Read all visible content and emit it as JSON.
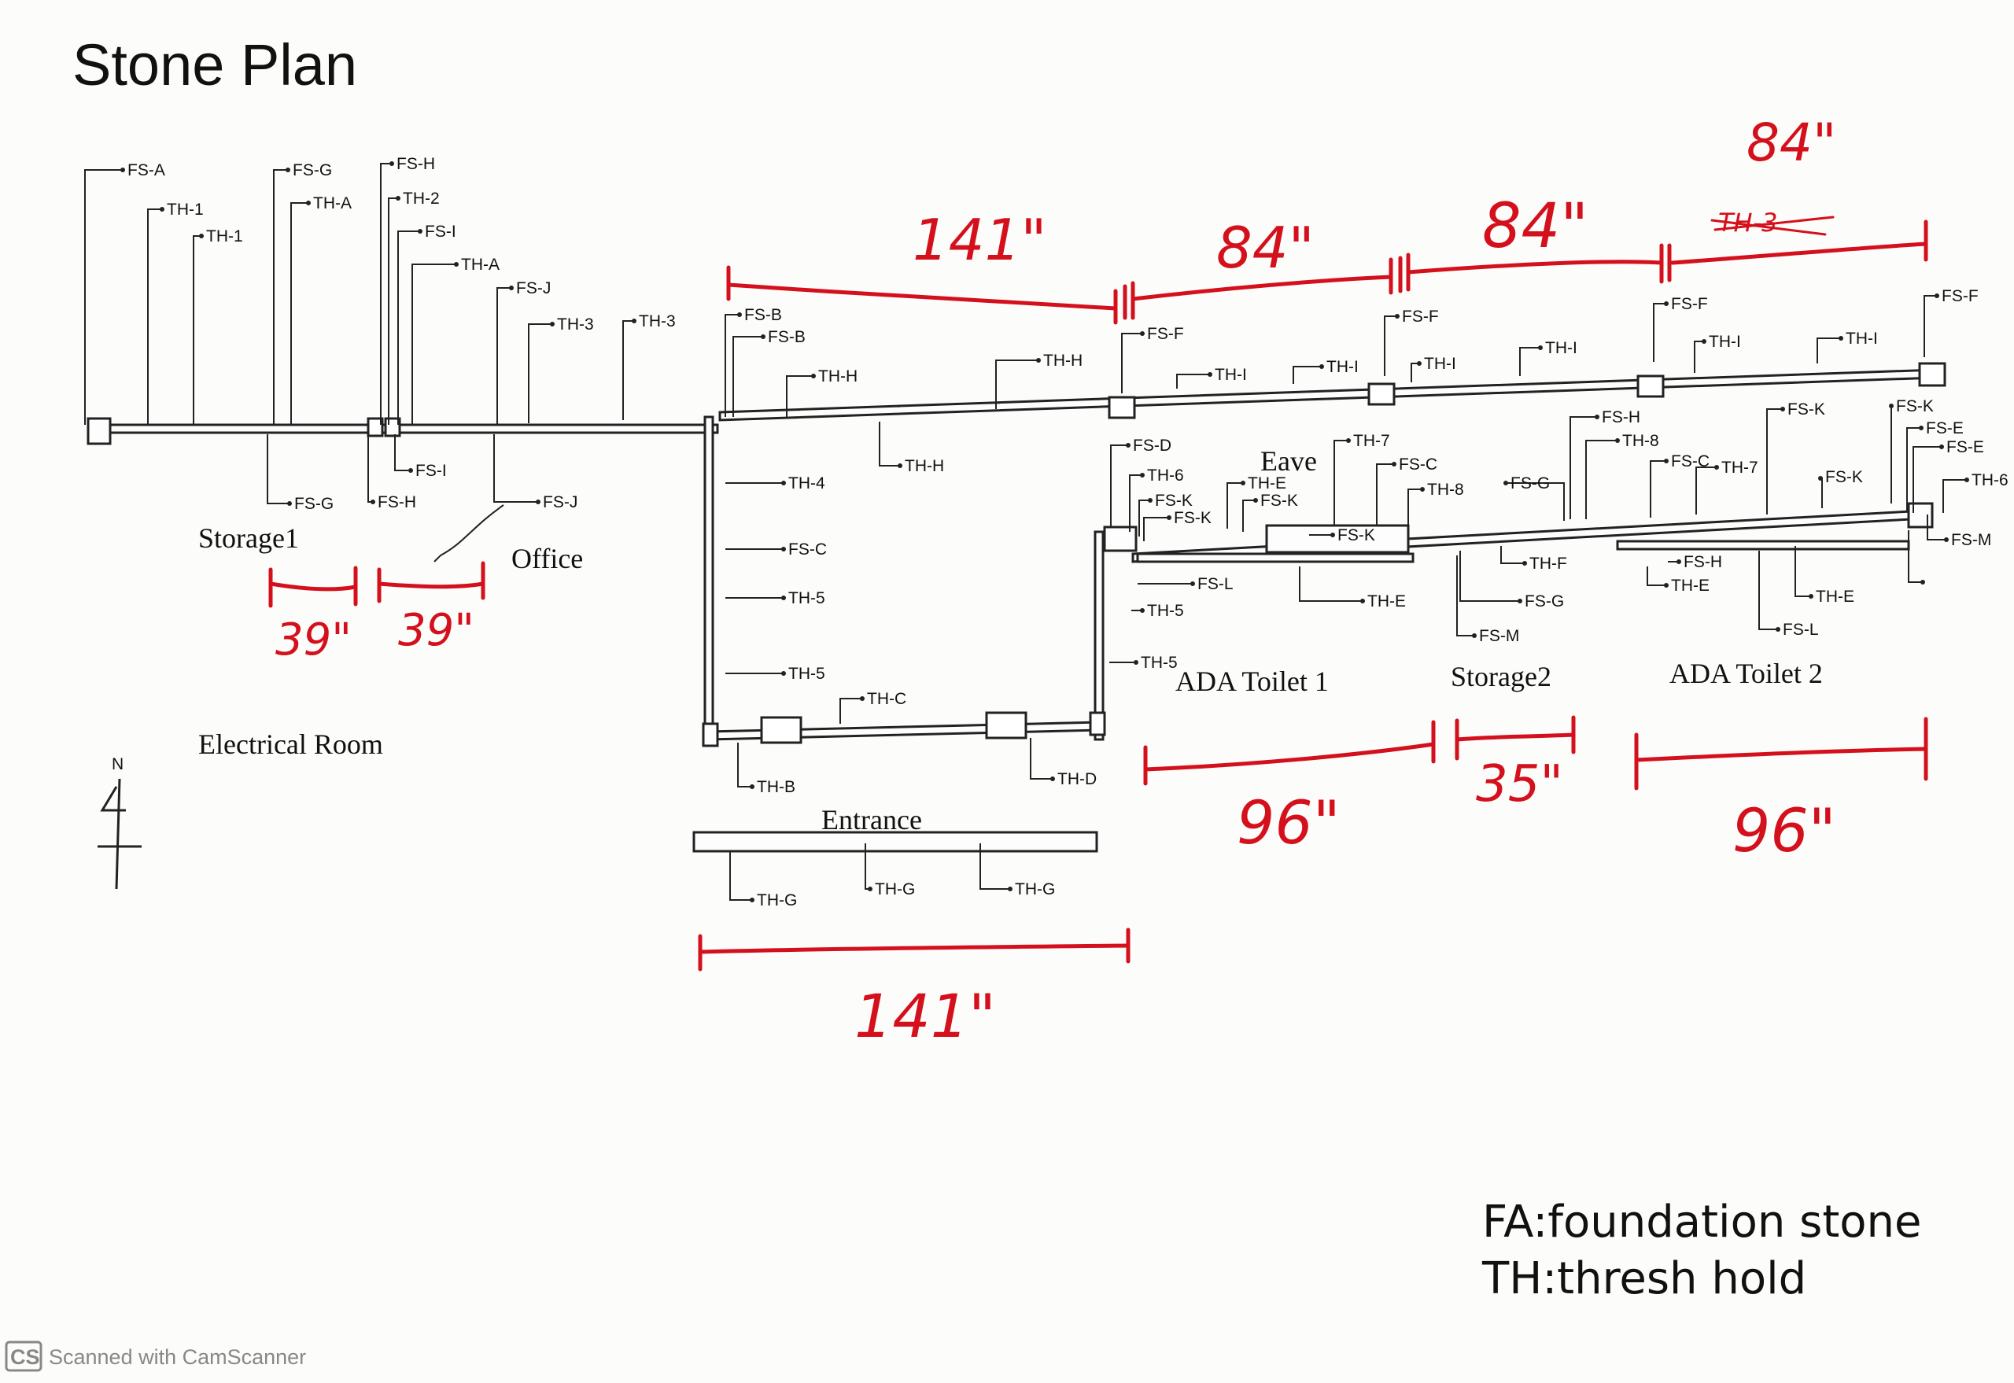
{
  "title": "Stone Plan",
  "rooms": {
    "storage1": "Storage1",
    "office": "Office",
    "electrical": "Electrical Room",
    "entrance": "Entrance",
    "eave": "Eave",
    "toilet1": "ADA Toilet 1",
    "storage2": "Storage2",
    "toilet2": "ADA Toilet 2"
  },
  "compass": "N",
  "legend": {
    "fa": "FA:foundation stone",
    "th": "TH:thresh hold"
  },
  "dimensions": {
    "d141_top": "141\"",
    "d84_a": "84\"",
    "d84_b": "84\"",
    "d84_c": "84\"",
    "d39_a": "39\"",
    "d39_b": "39\"",
    "d96_a": "96\"",
    "d35": "35\"",
    "d96_b": "96\"",
    "d141_bottom": "141\""
  },
  "crossed_label": "TH-3",
  "labels": [
    "FS-A",
    "TH-1",
    "TH-1",
    "FS-G",
    "TH-A",
    "FS-H",
    "TH-2",
    "FS-I",
    "TH-A",
    "FS-J",
    "TH-3",
    "TH-3",
    "FS-B",
    "FS-B",
    "TH-H",
    "TH-H",
    "FS-F",
    "TH-I",
    "TH-I",
    "FS-F",
    "TH-I",
    "TH-I",
    "FS-F",
    "TH-I",
    "TH-I",
    "FS-F",
    "FS-G",
    "FS-H",
    "FS-I",
    "FS-J",
    "TH-4",
    "TH-H",
    "FS-C",
    "TH-5",
    "TH-5",
    "TH-C",
    "TH-B",
    "TH-D",
    "TH-G",
    "TH-G",
    "TH-G",
    "FS-D",
    "TH-6",
    "FS-K",
    "FS-K",
    "TH-E",
    "FS-K",
    "TH-7",
    "FS-C",
    "TH-8",
    "FS-G",
    "FS-K",
    "FS-L",
    "TH-5",
    "TH-5",
    "TH-E",
    "TH-F",
    "FS-G",
    "FS-M",
    "FS-H",
    "TH-8",
    "FS-C",
    "TH-7",
    "FS-K",
    "FS-K",
    "FS-K",
    "FS-E",
    "FS-E",
    "TH-6",
    "FS-M",
    "FS-H",
    "TH-E",
    "TH-E",
    "FS-L"
  ],
  "footer": "Scanned with CamScanner",
  "footer_badge": "CS"
}
